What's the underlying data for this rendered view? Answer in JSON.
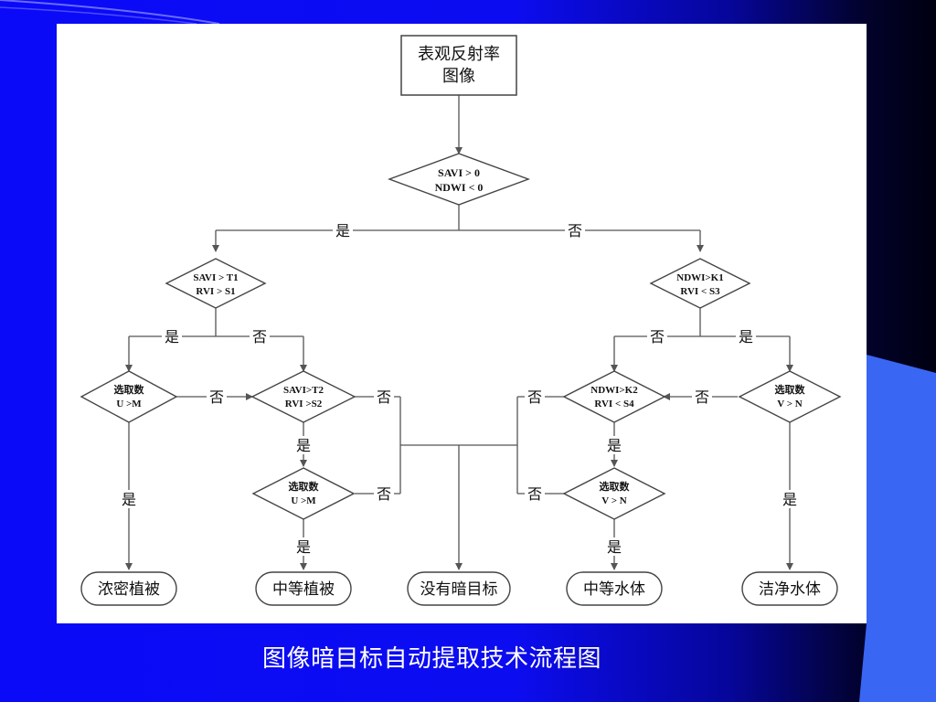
{
  "start": {
    "line1": "表观反射率",
    "line2": "图像"
  },
  "decisions": {
    "d1": {
      "line1": "SAVI > 0",
      "line2": "NDWI < 0"
    },
    "d2": {
      "line1": "SAVI > T1",
      "line2": "RVI > S1"
    },
    "d3": {
      "line1": "NDWI>K1",
      "line2": "RVI < S3"
    },
    "d4": {
      "line1": "选取数",
      "line2": "U >M"
    },
    "d5": {
      "line1": "SAVI>T2",
      "line2": "RVI >S2"
    },
    "d6": {
      "line1": "选取数",
      "line2": "U >M"
    },
    "d7": {
      "line1": "NDWI>K2",
      "line2": "RVI < S4"
    },
    "d8": {
      "line1": "选取数",
      "line2": "V > N"
    },
    "d9": {
      "line1": "选取数",
      "line2": "V > N"
    }
  },
  "labels": {
    "yes": "是",
    "no": "否"
  },
  "outcomes": {
    "dense_vegetation": "浓密植被",
    "medium_vegetation": "中等植被",
    "no_dark_target": "没有暗目标",
    "medium_water": "中等水体",
    "clean_water": "洁净水体"
  },
  "caption": "图像暗目标自动提取技术流程图",
  "colors": {
    "background": "#1010ff",
    "panel": "#ffffff",
    "lines": "#555555",
    "text": "#111111",
    "caption": "#ffffff"
  }
}
